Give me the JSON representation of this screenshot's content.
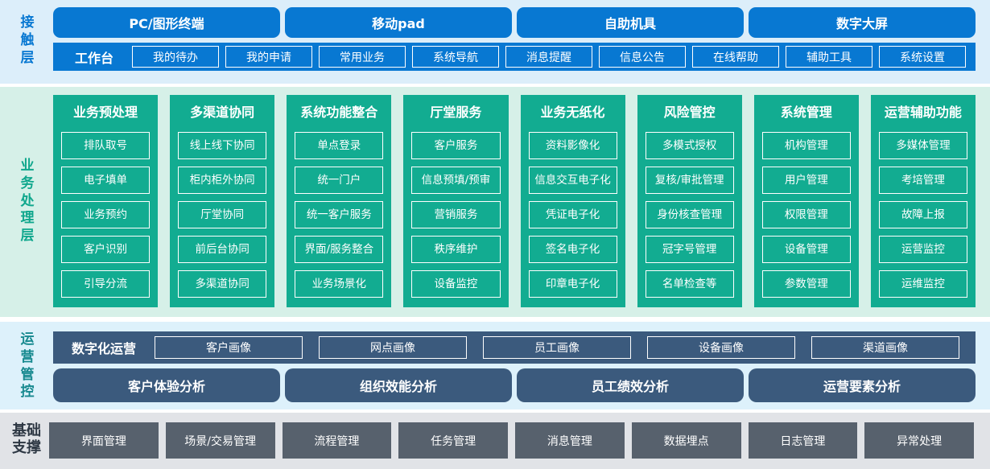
{
  "colors": {
    "accent_blue": "#0878d2",
    "contact_bg": "#dceefa",
    "green_block": "#12ac91",
    "business_bg": "#d6f0e8",
    "slate_block": "#3b5a7d",
    "operations_bg": "#ddf1fb",
    "gray_block": "#57616d",
    "foundation_bg": "#e1e3e7",
    "operations_label": "#17898f",
    "foundation_label": "#2e3844"
  },
  "contact": {
    "label": "接触层",
    "channels": [
      "PC/图形终端",
      "移动pad",
      "自助机具",
      "数字大屏"
    ],
    "workbench": {
      "label": "工作台",
      "items": [
        "我的待办",
        "我的申请",
        "常用业务",
        "系统导航",
        "消息提醒",
        "信息公告",
        "在线帮助",
        "辅助工具",
        "系统设置"
      ]
    }
  },
  "business": {
    "label": "业务处理层",
    "columns": [
      {
        "title": "业务预处理",
        "items": [
          "排队取号",
          "电子填单",
          "业务预约",
          "客户识别",
          "引导分流"
        ]
      },
      {
        "title": "多渠道协同",
        "items": [
          "线上线下协同",
          "柜内柜外协同",
          "厅堂协同",
          "前后台协同",
          "多渠道协同"
        ]
      },
      {
        "title": "系统功能整合",
        "items": [
          "单点登录",
          "统一门户",
          "统一客户服务",
          "界面/服务整合",
          "业务场景化"
        ]
      },
      {
        "title": "厅堂服务",
        "items": [
          "客户服务",
          "信息预填/预审",
          "营销服务",
          "秩序维护",
          "设备监控"
        ]
      },
      {
        "title": "业务无纸化",
        "items": [
          "资料影像化",
          "信息交互电子化",
          "凭证电子化",
          "签名电子化",
          "印章电子化"
        ]
      },
      {
        "title": "风险管控",
        "items": [
          "多模式授权",
          "复核/审批管理",
          "身份核查管理",
          "冠字号管理",
          "名单检查等"
        ]
      },
      {
        "title": "系统管理",
        "items": [
          "机构管理",
          "用户管理",
          "权限管理",
          "设备管理",
          "参数管理"
        ]
      },
      {
        "title": "运营辅助功能",
        "items": [
          "多媒体管理",
          "考培管理",
          "故障上报",
          "运营监控",
          "运维监控"
        ]
      }
    ]
  },
  "operations": {
    "label": "运营管控",
    "digital": {
      "label": "数字化运营",
      "items": [
        "客户画像",
        "网点画像",
        "员工画像",
        "设备画像",
        "渠道画像"
      ]
    },
    "analysis": [
      "客户体验分析",
      "组织效能分析",
      "员工绩效分析",
      "运营要素分析"
    ]
  },
  "foundation": {
    "label": "基础支撑",
    "items": [
      "界面管理",
      "场景/交易管理",
      "流程管理",
      "任务管理",
      "消息管理",
      "数据埋点",
      "日志管理",
      "异常处理"
    ]
  }
}
